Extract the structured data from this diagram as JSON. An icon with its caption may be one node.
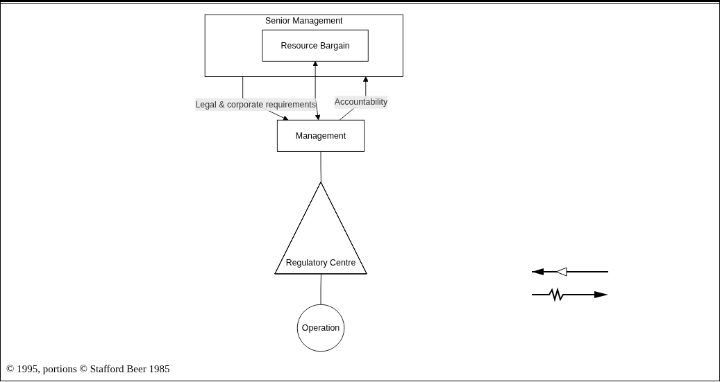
{
  "diagram": {
    "nodes": [
      {
        "text": [
          "Senior Management"
        ]
      },
      {
        "text": [
          "Resource Bargain"
        ],
        "in": 0
      },
      {
        "text": [
          "Management"
        ]
      },
      {
        "text": [
          "Regulatory Centre"
        ]
      },
      {
        "text": [
          "Operation"
        ]
      }
    ],
    "edges": [
      {
        "from": 2,
        "to": 0,
        "arrow": "to",
        "label": "Accountability"
      },
      {
        "from": 2,
        "to": 1,
        "arrow": "both"
      },
      {
        "from": 0,
        "to": 2,
        "arrow": "to",
        "label": "Legal & corporate requirements"
      },
      {
        "from": 2,
        "to": 3,
        "arrow": "none"
      },
      {
        "from": 3,
        "to": 4,
        "arrow": "none"
      }
    ],
    "labels": [
      "© 1995, portions © Stafford Beer 1985"
    ]
  }
}
